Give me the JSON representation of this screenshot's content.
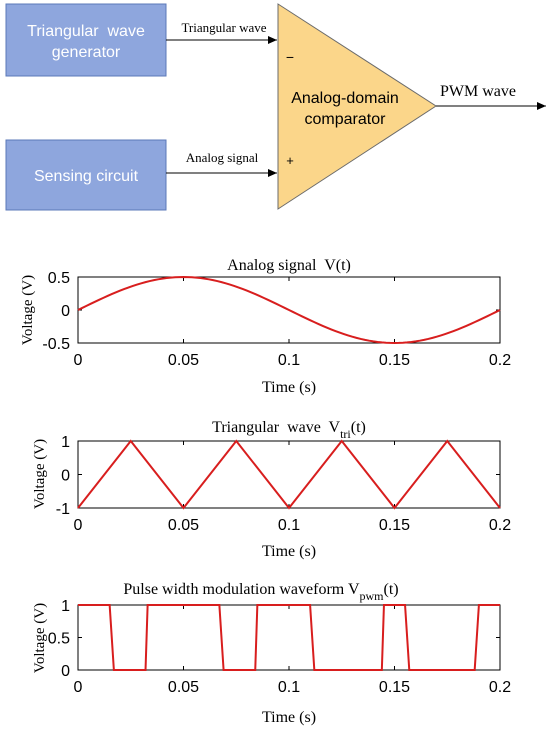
{
  "diagram": {
    "colors": {
      "block_fill": "#8ea6dd",
      "block_stroke": "#5b78b8",
      "comparator_fill": "#fbd68a",
      "comparator_stroke": "#6b6b6b",
      "block_text": "#ffffff"
    },
    "blocks": {
      "generator_line1": "Triangular  wave",
      "generator_line2": "generator",
      "sensing": "Sensing circuit"
    },
    "comparator": {
      "line1": "Analog-domain",
      "line2": "comparator",
      "minus": "−",
      "plus": "+"
    },
    "signals": {
      "triangular": "Triangular wave",
      "analog": "Analog signal",
      "pwm": "PWM wave"
    }
  },
  "chart_data": [
    {
      "type": "line",
      "title": "Analog signal  V(t)",
      "xlabel": "Time (s)",
      "ylabel": "Voltage (V)",
      "xlim": [
        0,
        0.2
      ],
      "ylim": [
        -0.5,
        0.5
      ],
      "x_ticks": [
        "0",
        "0.05",
        "0.1",
        "0.15",
        "0.2"
      ],
      "y_ticks": [
        "0.5",
        "0",
        "-0.5"
      ],
      "series": [
        {
          "color": "#d81e1e",
          "x": [
            0,
            0.025,
            0.05,
            0.075,
            0.1,
            0.125,
            0.15,
            0.175,
            0.2
          ],
          "y": [
            0,
            0.354,
            0.5,
            0.354,
            0,
            -0.354,
            -0.5,
            -0.354,
            0
          ]
        }
      ]
    },
    {
      "type": "line",
      "title_main": "Triangular  wave  V",
      "title_sub": "tri",
      "title_end": "(t)",
      "xlabel": "Time (s)",
      "ylabel": "Voltage (V)",
      "xlim": [
        0,
        0.2
      ],
      "ylim": [
        -1,
        1
      ],
      "x_ticks": [
        "0",
        "0.05",
        "0.1",
        "0.15",
        "0.2"
      ],
      "y_ticks": [
        "1",
        "0",
        "-1"
      ],
      "series": [
        {
          "color": "#d81e1e",
          "x": [
            0,
            0.025,
            0.05,
            0.075,
            0.1,
            0.125,
            0.15,
            0.175,
            0.2
          ],
          "y": [
            -1,
            1,
            -1,
            1,
            -1,
            1,
            -1,
            1,
            -1
          ]
        }
      ]
    },
    {
      "type": "line",
      "title_main": "Pulse width modulation waveform V",
      "title_sub": "pwm",
      "title_end": "(t)",
      "xlabel": "Time (s)",
      "ylabel": "Voltage (V)",
      "xlim": [
        0,
        0.2
      ],
      "ylim": [
        0,
        1
      ],
      "x_ticks": [
        "0",
        "0.05",
        "0.1",
        "0.15",
        "0.2"
      ],
      "y_ticks": [
        "1",
        "0.5",
        "0"
      ],
      "series": [
        {
          "color": "#d81e1e",
          "x": [
            0,
            0.015,
            0.017,
            0.032,
            0.033,
            0.067,
            0.069,
            0.084,
            0.085,
            0.11,
            0.112,
            0.144,
            0.145,
            0.155,
            0.157,
            0.188,
            0.19,
            0.2
          ],
          "y": [
            1,
            1,
            0,
            0,
            1,
            1,
            0,
            0,
            1,
            1,
            0,
            0,
            1,
            1,
            0,
            0,
            1,
            1
          ]
        }
      ]
    }
  ]
}
